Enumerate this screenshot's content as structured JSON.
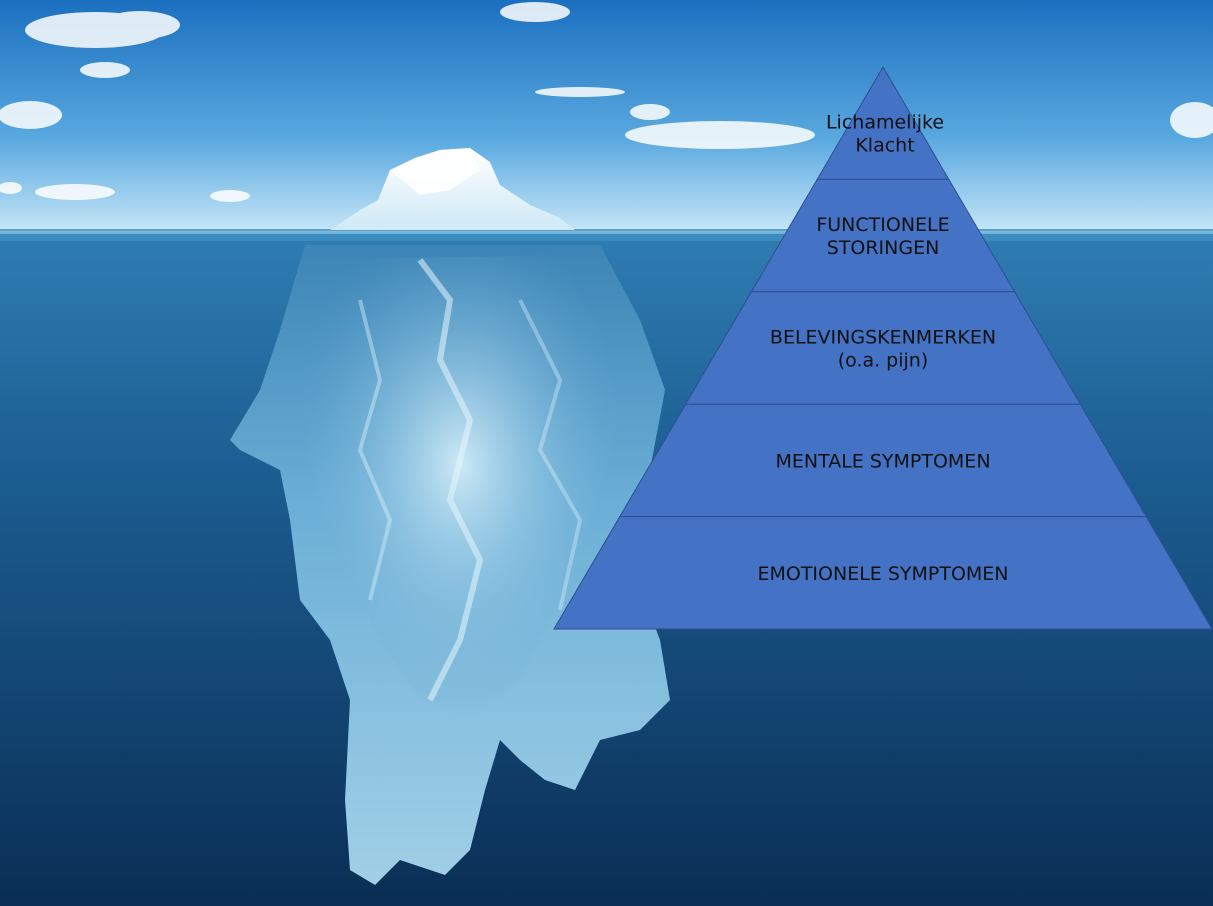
{
  "pyramid": {
    "layers": [
      {
        "lines": [
          "Lichamelijke",
          "Klacht"
        ]
      },
      {
        "lines": [
          "FUNCTIONELE",
          "STORINGEN"
        ]
      },
      {
        "lines": [
          "BELEVINGSKENMERKEN",
          "(o.a. pijn)"
        ]
      },
      {
        "lines": [
          "MENTALE SYMPTOMEN"
        ]
      },
      {
        "lines": [
          "EMOTIONELE SYMPTOMEN"
        ]
      }
    ],
    "fill_color": "#4472c4",
    "stroke_color": "#2f4f8f"
  },
  "colors": {
    "sky_top": "#1f78c8",
    "sky_horizon": "#bfe3f6",
    "water_top": "#2f79ad",
    "water_bottom": "#0a2f55",
    "ice_light": "#e9f6fb",
    "ice_mid": "#8ec6e3",
    "ice_dark": "#3a86b8"
  }
}
